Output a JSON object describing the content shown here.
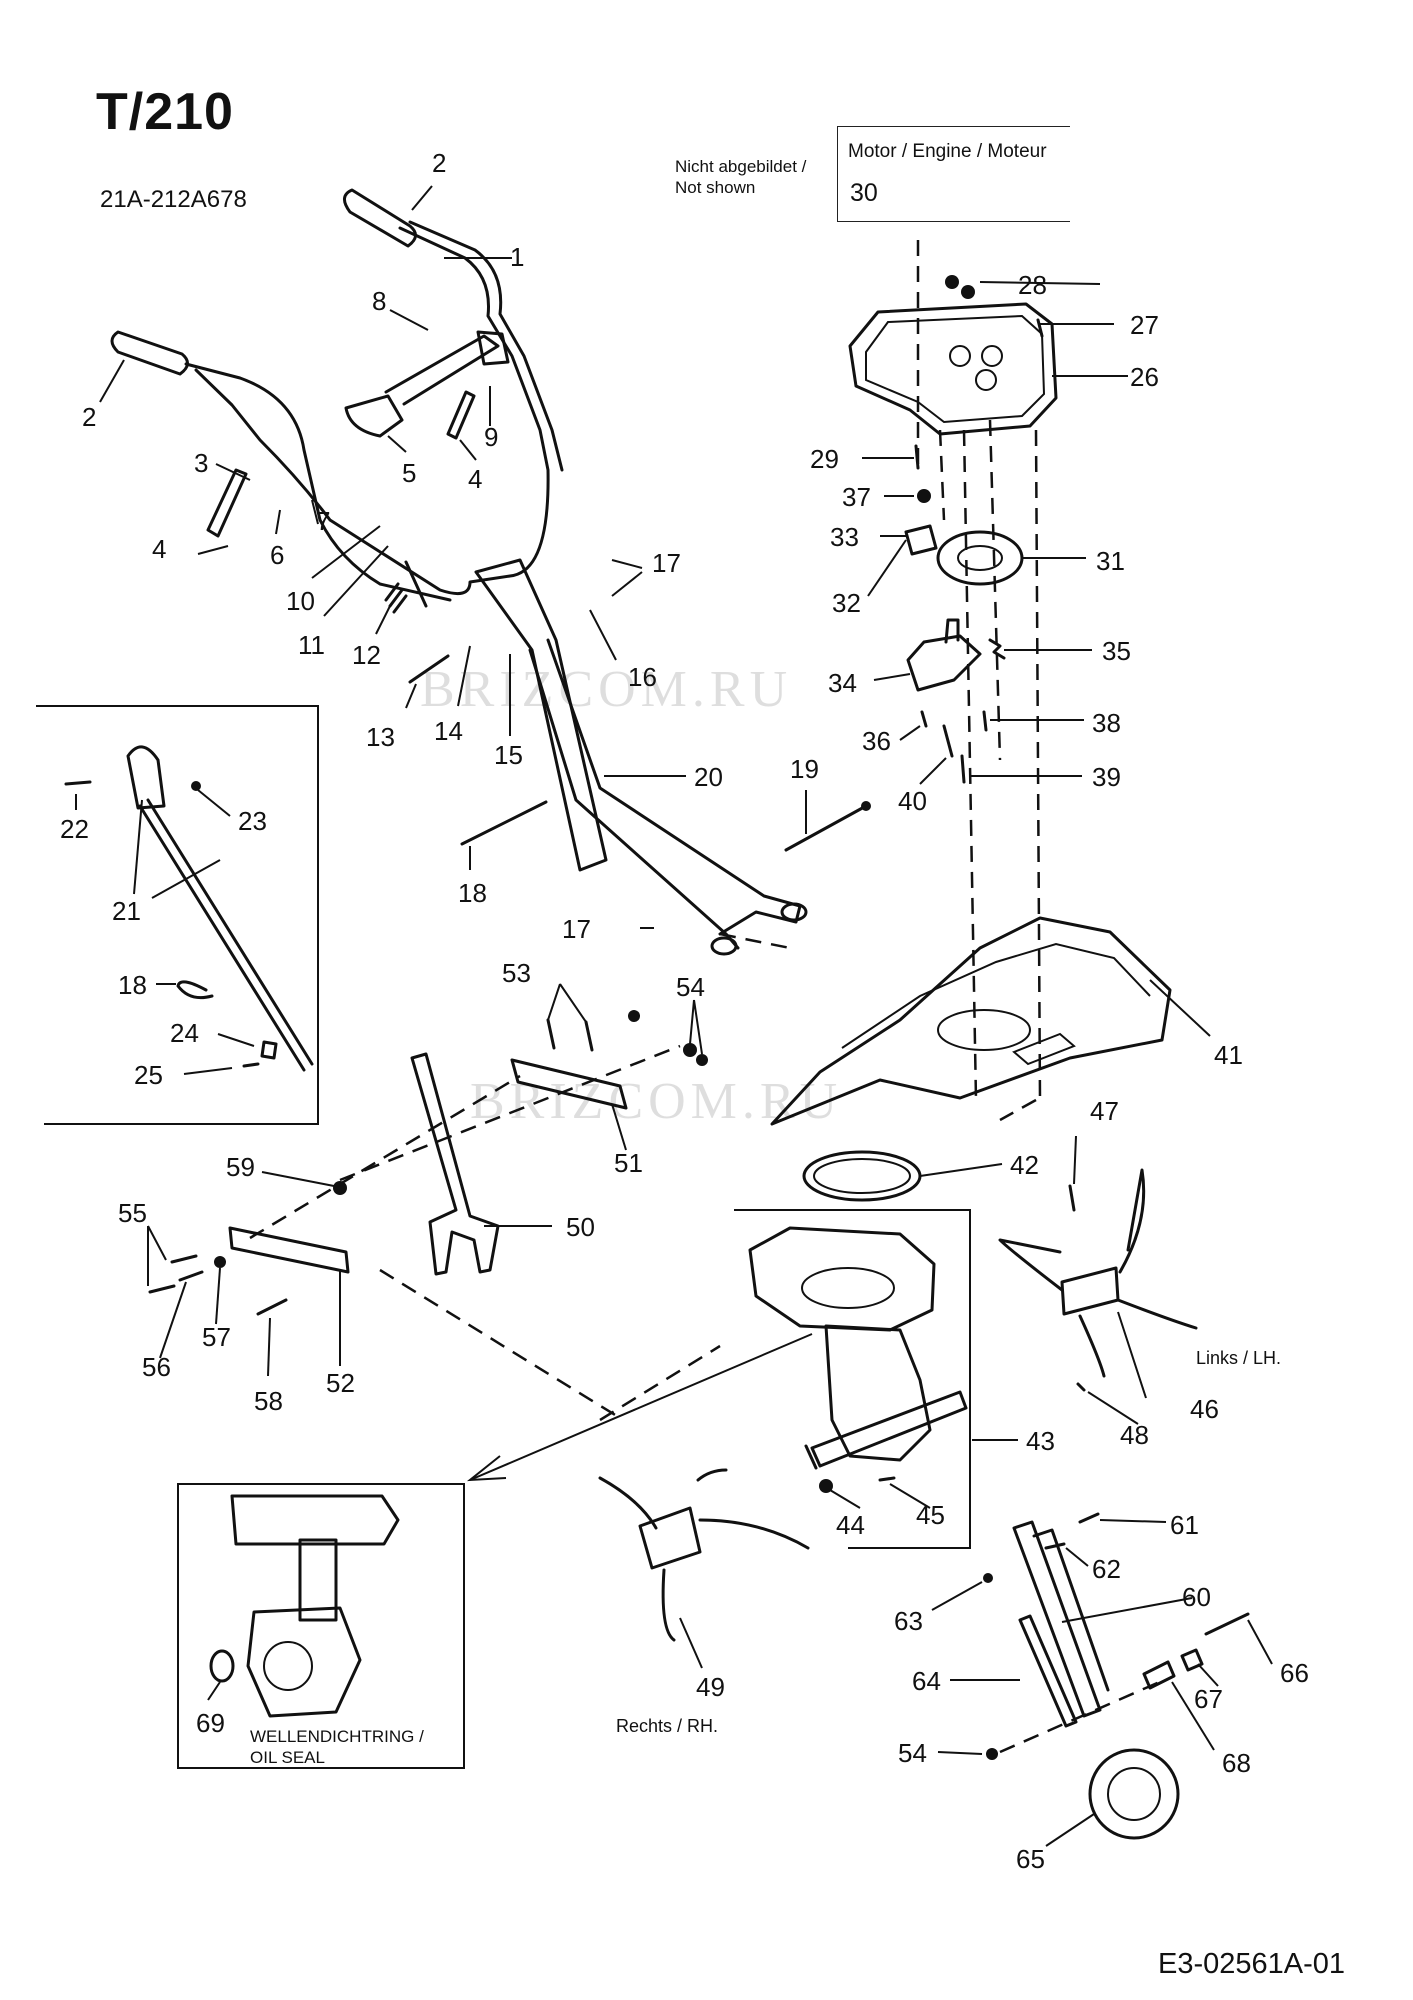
{
  "header": {
    "model_title": "T/210",
    "model_number": "21A-212A678"
  },
  "not_shown": {
    "label_line1": "Nicht abgebildet /",
    "label_line2": "Not shown",
    "engine_label": "Motor / Engine / Moteur",
    "engine_number": "30"
  },
  "annotations": {
    "left_hand": "Links / LH.",
    "right_hand": "Rechts / RH.",
    "oil_seal_line1": "WELLENDICHTRING /",
    "oil_seal_line2": "OIL SEAL"
  },
  "watermark": "BRIZCOM.RU",
  "document_code": "E3-02561A-01",
  "callouts": {
    "c1": "1",
    "c2a": "2",
    "c2b": "2",
    "c3": "3",
    "c4a": "4",
    "c4b": "4",
    "c5": "5",
    "c6": "6",
    "c7": "7",
    "c8": "8",
    "c9": "9",
    "c10": "10",
    "c11": "11",
    "c12": "12",
    "c13": "13",
    "c14": "14",
    "c15": "15",
    "c16": "16",
    "c17a": "17",
    "c17b": "17",
    "c18a": "18",
    "c18b": "18",
    "c19": "19",
    "c20": "20",
    "c21": "21",
    "c22": "22",
    "c23": "23",
    "c24": "24",
    "c25": "25",
    "c26": "26",
    "c27": "27",
    "c28": "28",
    "c29": "29",
    "c31": "31",
    "c32": "32",
    "c33": "33",
    "c34": "34",
    "c35": "35",
    "c36": "36",
    "c37": "37",
    "c38": "38",
    "c39": "39",
    "c40": "40",
    "c41": "41",
    "c42": "42",
    "c43": "43",
    "c44": "44",
    "c45": "45",
    "c46": "46",
    "c47": "47",
    "c48": "48",
    "c49": "49",
    "c50": "50",
    "c51": "51",
    "c52": "52",
    "c53": "53",
    "c54a": "54",
    "c54b": "54",
    "c55": "55",
    "c56": "56",
    "c57": "57",
    "c58": "58",
    "c59": "59",
    "c60": "60",
    "c61": "61",
    "c62": "62",
    "c63": "63",
    "c64": "64",
    "c65": "65",
    "c66": "66",
    "c67": "67",
    "c68": "68",
    "c69": "69"
  }
}
